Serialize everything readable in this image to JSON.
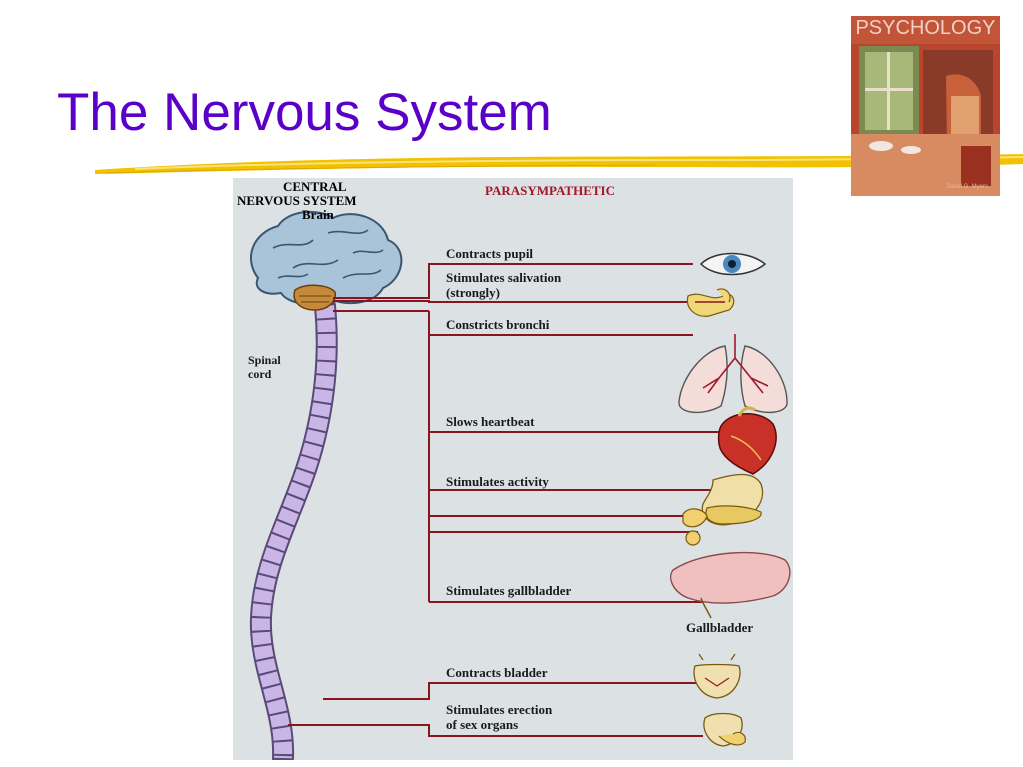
{
  "slide": {
    "title": "The Nervous System",
    "accent_color": "#5a00c8",
    "underline_color": "#f2c200"
  },
  "book_cover": {
    "title": "PSYCHOLOGY",
    "author": "David G. Myers",
    "icon": "book-cover-image"
  },
  "diagram": {
    "cns_heading": [
      "CENTRAL",
      "NERVOUS SYSTEM",
      "Brain"
    ],
    "parasympathetic_heading": "PARASYMPATHETIC",
    "parasympathetic_color": "#a0182a",
    "nerve_color": "#8a1420",
    "spinal_label": [
      "Spinal",
      "cord"
    ],
    "effects": [
      {
        "label": "Contracts pupil",
        "organ": "eye-icon"
      },
      {
        "label": "Stimulates salivation",
        "label2": "(strongly)",
        "organ": "salivary-gland-icon"
      },
      {
        "label": "Constricts bronchi",
        "organ": "lungs-icon"
      },
      {
        "label": "Slows heartbeat",
        "organ": "heart-icon"
      },
      {
        "label": "Stimulates activity",
        "organ": "stomach-pancreas-icon"
      },
      {
        "label": "Stimulates gallbladder",
        "organ": "liver-icon"
      },
      {
        "label": "Contracts bladder",
        "organ": "bladder-icon"
      },
      {
        "label": "Stimulates erection",
        "label2": "of sex organs",
        "organ": "sex-organs-icon"
      }
    ],
    "gallbladder_label": "Gallbladder"
  }
}
